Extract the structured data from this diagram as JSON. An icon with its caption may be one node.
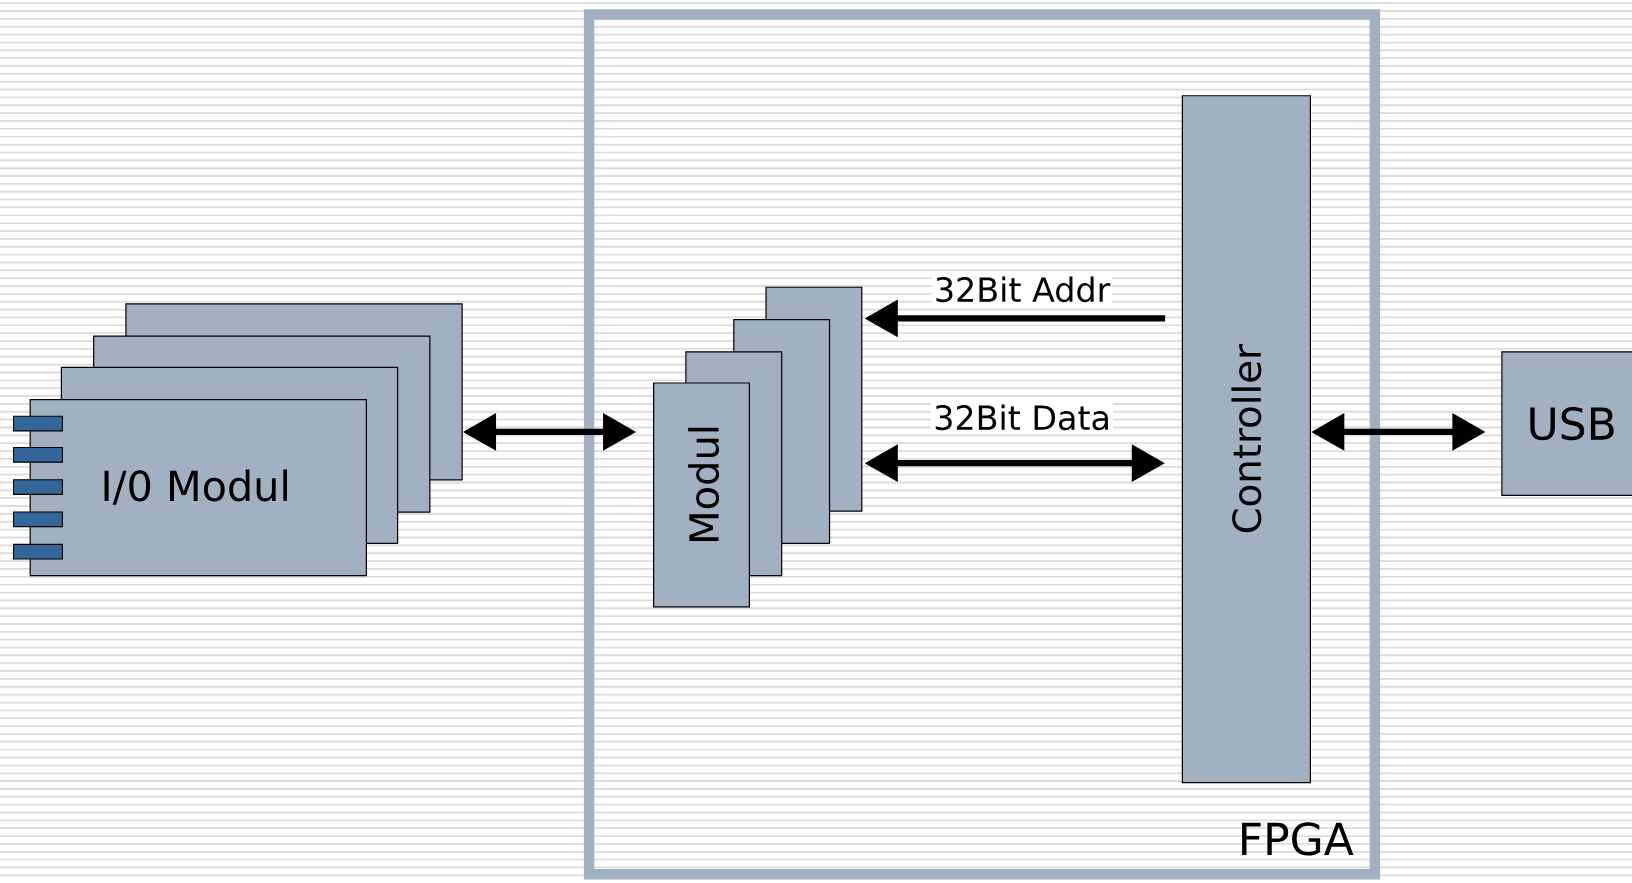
{
  "diagram": {
    "nodes": [
      {
        "text": [
          "FPGA"
        ]
      },
      {
        "text": [
          "I/0 Modul"
        ]
      },
      {
        "text": [],
        "shape": "box"
      },
      {
        "text": [],
        "shape": "box"
      },
      {
        "text": [],
        "shape": "box"
      },
      {
        "text": [
          "Modul"
        ],
        "in": 0
      },
      {
        "text": [],
        "shape": "box",
        "in": 0
      },
      {
        "text": [],
        "shape": "box",
        "in": 0
      },
      {
        "text": [],
        "shape": "box",
        "in": 0
      },
      {
        "text": [
          "Controller"
        ],
        "in": 0
      },
      {
        "text": [
          "USB"
        ]
      }
    ],
    "edges": [
      {
        "from": 4,
        "to": 5,
        "arrow": "both"
      },
      {
        "from": 9,
        "to": 8,
        "arrow": "to",
        "label": "32Bit Addr"
      },
      {
        "from": 8,
        "to": 9,
        "arrow": "both",
        "label": "32Bit Data"
      },
      {
        "from": 9,
        "to": 10,
        "arrow": "both"
      }
    ]
  }
}
